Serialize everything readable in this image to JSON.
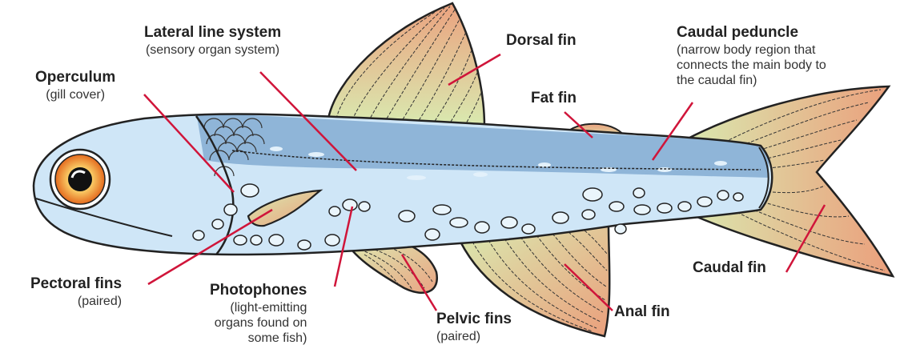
{
  "labels": {
    "lateral_line": {
      "title": "Lateral line system",
      "sub": "(sensory organ system)"
    },
    "dorsal_fin": {
      "title": "Dorsal fin"
    },
    "caudal_peduncle": {
      "title": "Caudal peduncle",
      "sub1": "(narrow body region that",
      "sub2": "connects the main body to",
      "sub3": "the caudal fin)"
    },
    "operculum": {
      "title": "Operculum",
      "sub": "(gill cover)"
    },
    "fat_fin": {
      "title": "Fat fin"
    },
    "pectoral_fins": {
      "title": "Pectoral fins",
      "sub": "(paired)"
    },
    "photophones": {
      "title": "Photophones",
      "sub1": "(light-emitting",
      "sub2": "organs found on",
      "sub3": "some fish)"
    },
    "pelvic_fins": {
      "title": "Pelvic fins",
      "sub": "(paired)"
    },
    "anal_fin": {
      "title": "Anal fin"
    },
    "caudal_fin": {
      "title": "Caudal fin"
    }
  },
  "colors": {
    "leader_line": "#d0153a",
    "body_light": "#cfe6f7",
    "body_dark": "#8fb5d8",
    "fin_base": "#d6e8a8",
    "fin_tip": "#e9a07d",
    "eye_iris": "#f08c2a",
    "outline": "#222222"
  }
}
